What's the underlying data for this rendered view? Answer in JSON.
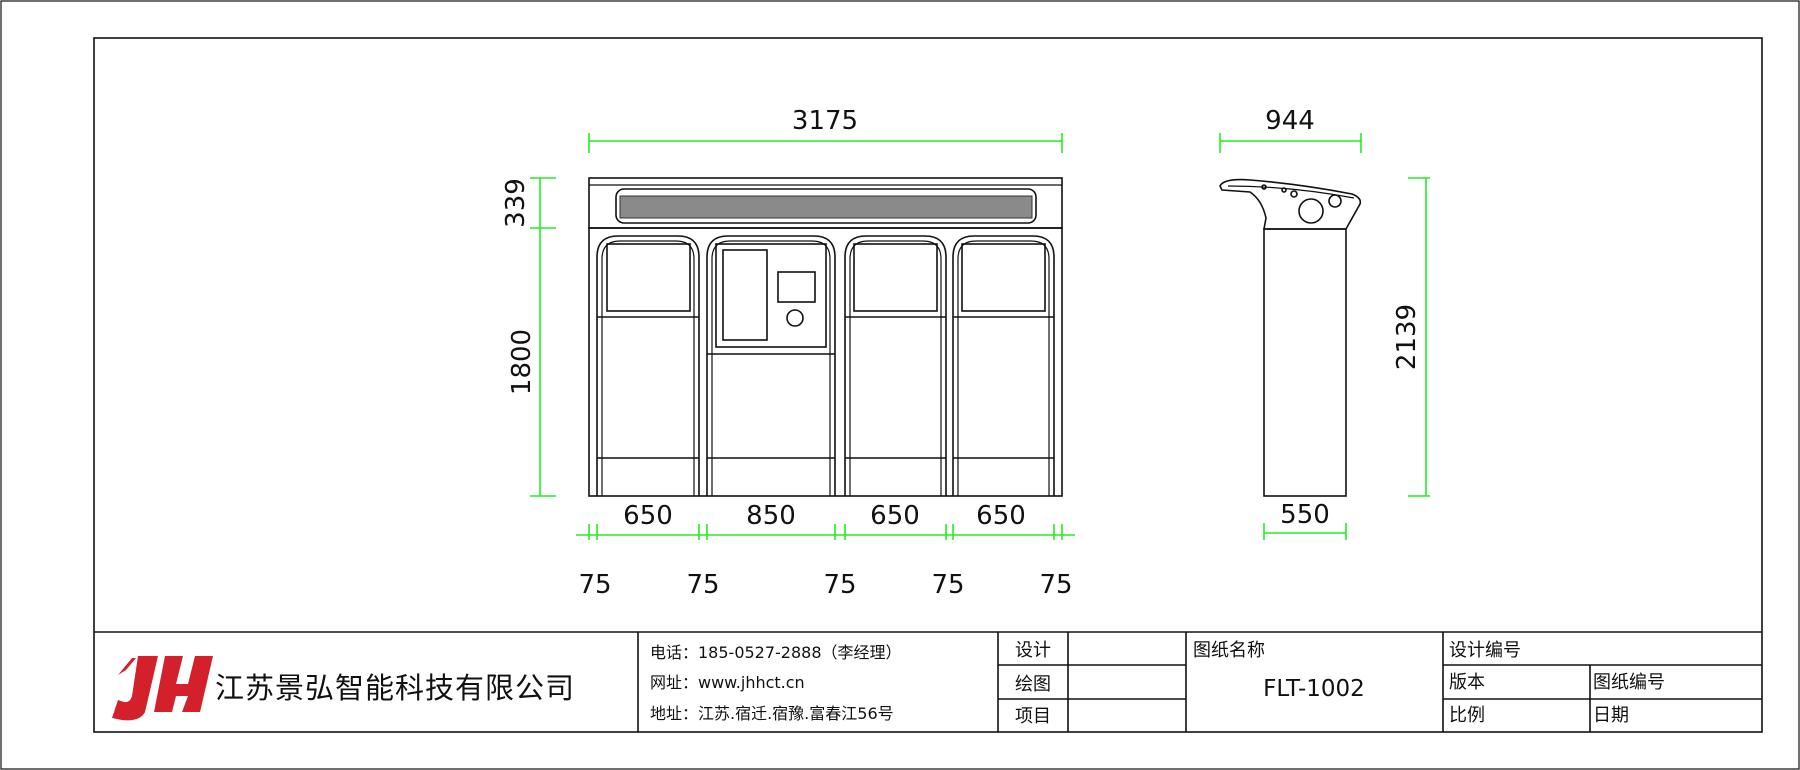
{
  "dimensions": {
    "front_width": "3175",
    "top_band_height": "339",
    "body_height": "1800",
    "bay_widths": [
      "650",
      "850",
      "650",
      "650"
    ],
    "gaps": [
      "75",
      "75",
      "75",
      "75",
      "75"
    ],
    "side_depth": "944",
    "side_base_width": "550",
    "side_height": "2139"
  },
  "title_block": {
    "company": "江苏景弘智能科技有限公司",
    "logo_text": "JH",
    "phone": "电话：185-0527-2888（李经理）",
    "website": "网址：www.jhhct.cn",
    "address": "地址：江苏.宿迁.宿豫.富春江56号",
    "design_label": "设计",
    "drawing_label": "绘图",
    "project_label": "项目",
    "drawing_name_label": "图纸名称",
    "drawing_code": "FLT-1002",
    "design_no_label": "设计编号",
    "version_label": "版本",
    "drawing_no_label": "图纸编号",
    "scale_label": "比例",
    "date_label": "日期"
  },
  "colors": {
    "dimension": "#22ee22",
    "line": "#111111",
    "logo": "#d4202a"
  }
}
